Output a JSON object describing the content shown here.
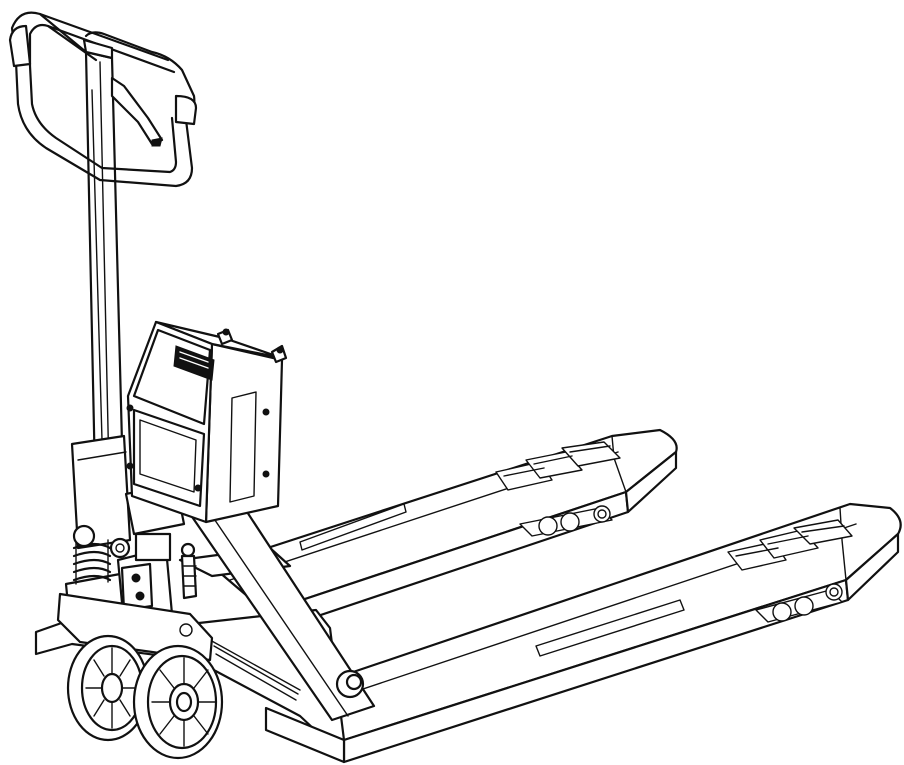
{
  "figure": {
    "background": "#ffffff",
    "line_color": "#111111",
    "parts": [
      "handle",
      "tiller",
      "release-lever",
      "weighing-indicator",
      "display-screen",
      "keypad",
      "hydraulic-pump",
      "spring",
      "front-wheels",
      "frame",
      "left-fork",
      "right-fork",
      "fork-rollers",
      "load-cells"
    ]
  }
}
